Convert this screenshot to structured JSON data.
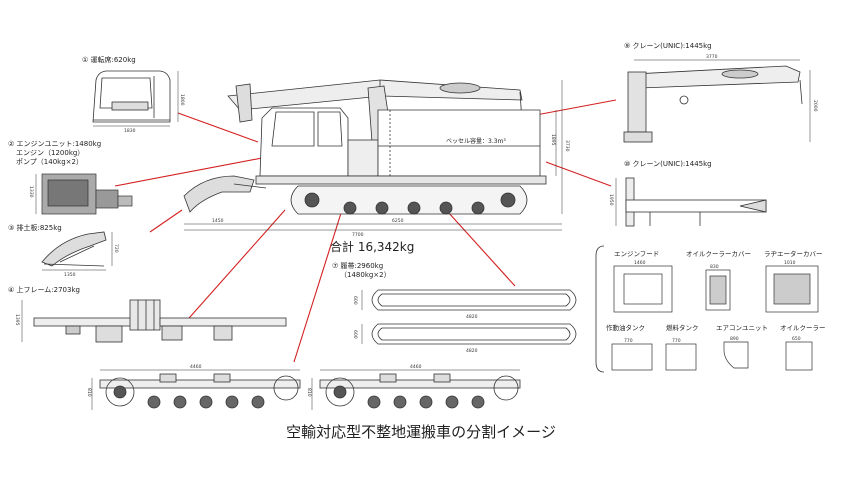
{
  "labels": {
    "cabin": "① 運転席:620kg",
    "engine_unit": "② エンジンユニット:1480kg",
    "engine_sub": "エンジン（1200kg）",
    "pump_sub": "ポンプ（140kg×2）",
    "blade": "③ 排土板:825kg",
    "upper_frame": "④ 上フレーム:2703kg",
    "crane_top": "⑨ クレーン(UNIC):1445kg",
    "crane_bottom": "⑩ クレーン(UNIC):1445kg",
    "track": "⑦ 履帯:2960kg",
    "track_sub": "（1480kg×2）",
    "vessel": "ベッセル容量：3.3m³",
    "total": "合計 16,342kg",
    "parts": [
      {
        "label": "エンジンフード",
        "dim": "1460"
      },
      {
        "label": "オイルクーラーカバー",
        "dim": "830"
      },
      {
        "label": "ラヂエーターカバー",
        "dim": "1010"
      },
      {
        "label": "作動油タンク",
        "dim": "770"
      },
      {
        "label": "燃料タンク",
        "dim": "770"
      },
      {
        "label": "エアコンユニット",
        "dim": "890"
      },
      {
        "label": "オイルクーラー",
        "dim": "650"
      }
    ]
  },
  "dims": {
    "cabin_w": "1830",
    "cabin_h": "1800",
    "engine_h": "1330",
    "blade_w": "1350",
    "blade_h": "720",
    "frame_h": "1395",
    "crane_w": "3770",
    "crane_h": "2000",
    "crane2_h": "1950",
    "machine_total": "7700",
    "machine_a": "1450",
    "machine_b": "6250",
    "machine_h": "3730",
    "machine_h2": "1895",
    "track_len": "4820",
    "track_h": "600",
    "wheel_len": "4460",
    "wheel_h": "810"
  },
  "caption": "空輸対応型不整地運搬車の分割イメージ"
}
